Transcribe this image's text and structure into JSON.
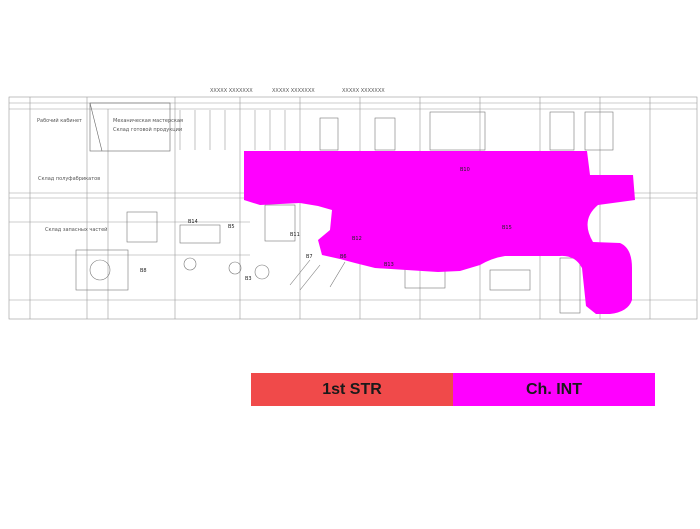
{
  "plan": {
    "zone_color": "#ff00ff",
    "line_color": "#9a9a9a",
    "header_labels": [
      "XXXXX XXXXXXX",
      "XXXXX XXXXXXX",
      "XXXXX XXXXXXX"
    ],
    "area_labels": [
      "Рабочий кабинет",
      "Механическая мастерская",
      "Склад готовой продукции",
      "Склад полуфабрикатов",
      "Склад запасных частей"
    ],
    "equipment_tags": [
      "B14",
      "B5",
      "B11",
      "B7",
      "B6",
      "B12",
      "B13",
      "B3",
      "B10",
      "B15",
      "B8"
    ]
  },
  "legend": [
    {
      "label": "1st STR",
      "color": "#f04a4a"
    },
    {
      "label": "Ch. INT",
      "color": "#ff00ff"
    }
  ]
}
